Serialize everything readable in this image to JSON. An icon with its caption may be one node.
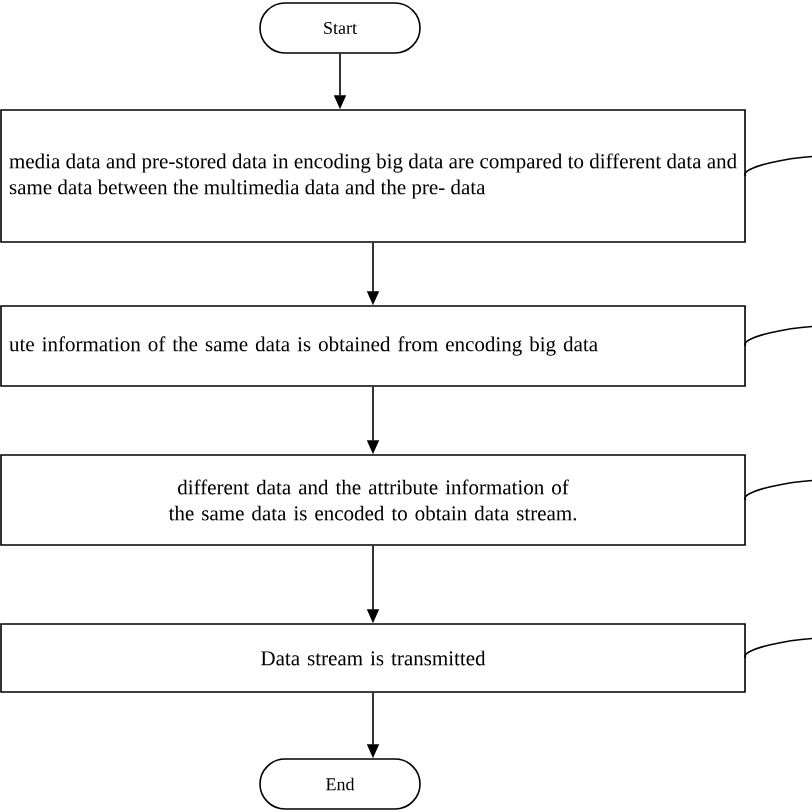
{
  "diagram": {
    "nodes": [
      {
        "text": [
          "Start"
        ]
      },
      {
        "text": [
          "media data and pre-stored data in encoding big data are compared to different data and same data between the multimedia data and the pre- data"
        ]
      },
      {
        "text": [
          "ute information of the same data is obtained from encoding big data"
        ]
      },
      {
        "text": [
          "different data and the attribute information of the same data is encoded to obtain data stream."
        ]
      },
      {
        "text": [
          "Data stream is transmitted"
        ]
      },
      {
        "text": [
          "End"
        ]
      }
    ],
    "edges": [
      {
        "from": 0,
        "to": 1,
        "arrow": "to"
      },
      {
        "from": 1,
        "to": 2,
        "arrow": "to"
      },
      {
        "from": 2,
        "to": 3,
        "arrow": "to"
      },
      {
        "from": 3,
        "to": 4,
        "arrow": "to"
      },
      {
        "from": 4,
        "to": 5,
        "arrow": "to"
      },
      {
        "from": null,
        "to": 1,
        "arrow": "none"
      },
      {
        "from": null,
        "to": 2,
        "arrow": "none"
      },
      {
        "from": null,
        "to": 3,
        "arrow": "none"
      },
      {
        "from": null,
        "to": 4,
        "arrow": "none"
      }
    ]
  }
}
